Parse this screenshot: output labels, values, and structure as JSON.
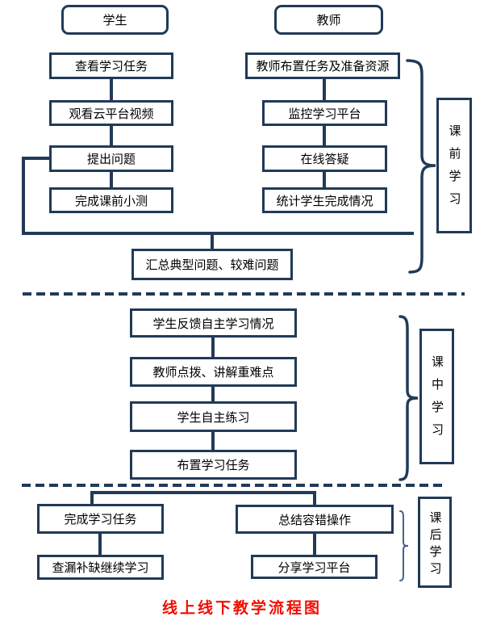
{
  "colors": {
    "line": "#213a57",
    "bracket_light": "#44608e",
    "title_red": "#f10e00",
    "box_fill": "#ffffff"
  },
  "header": {
    "student": "学生",
    "teacher": "教师"
  },
  "pre_class": {
    "student_steps": [
      "查看学习任务",
      "观看云平台视频",
      "提出问题",
      "完成课前小测"
    ],
    "teacher_steps": [
      "教师布置任务及准备资源",
      "监控学习平台",
      "在线答疑",
      "统计学生完成情况"
    ],
    "summary": "汇总典型问题、较难问题",
    "stage_label": "课前学习"
  },
  "in_class": {
    "steps": [
      "学生反馈自主学习情况",
      "教师点拨、讲解重难点",
      "学生自主练习",
      "布置学习任务"
    ],
    "stage_label": "课中学习"
  },
  "after_class": {
    "left_steps": [
      "完成学习任务",
      "查漏补缺继续学习"
    ],
    "right_steps": [
      "总结容错操作",
      "分享学习平台"
    ],
    "stage_label": "课后学习"
  },
  "title": "线上线下教学流程图"
}
